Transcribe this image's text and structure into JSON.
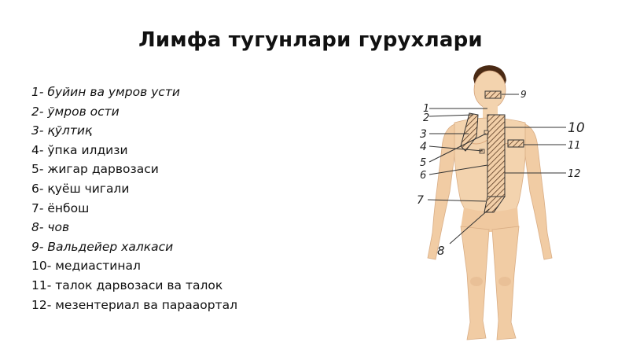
{
  "title": "Лимфа тугунлари гурухлари",
  "legend": [
    {
      "text": "1- буйин ва умров усти",
      "italic": true
    },
    {
      "text": "2- ўмров ости",
      "italic": true
    },
    {
      "text": "3- қўлтиқ",
      "italic": true
    },
    {
      "text": "4- ўпка илдизи",
      "italic": false
    },
    {
      "text": "5- жигар дарвозаси",
      "italic": false
    },
    {
      "text": "6- қуёш чигали",
      "italic": false
    },
    {
      "text": "7- ёнбош",
      "italic": false
    },
    {
      "text": "8- чов",
      "italic": true
    },
    {
      "text": "9- Вальдейер халкаси",
      "italic": true
    },
    {
      "text": "10- медиастинал",
      "italic": false
    },
    {
      "text": "11- талок дарвозаси ва талок",
      "italic": false
    },
    {
      "text": "12- мезентериал ва парааортал",
      "italic": false
    }
  ],
  "figure": {
    "labels": [
      "1",
      "2",
      "3",
      "4",
      "5",
      "6",
      "7",
      "8",
      "9",
      "10",
      "11",
      "12"
    ],
    "colors": {
      "skin": "#f3d3ae",
      "skin_shadow": "#e2b38a",
      "hair": "#4a2a14",
      "line": "#333333"
    }
  }
}
